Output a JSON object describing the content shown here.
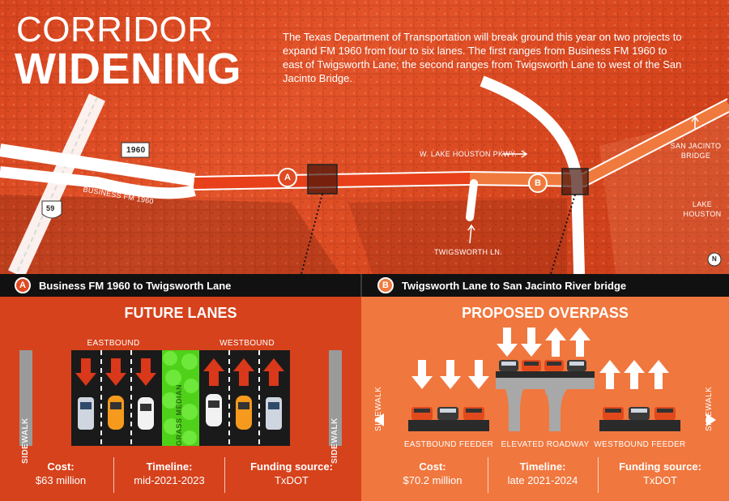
{
  "header": {
    "title_line1": "CORRIDOR",
    "title_line2": "WIDENING",
    "intro": "The Texas Department of Transportation will break ground this year on two projects to expand FM 1960 from four to six lanes. The first ranges from Business FM 1960 to east of Twigsworth Lane; the second ranges from Twigsworth Lane to west of the San Jacinto Bridge."
  },
  "map": {
    "labels": {
      "fm1960": "1960",
      "us59": "59",
      "business_fm": "BUSINESS FM 1960",
      "lake_houston_pkwy": "W. LAKE HOUSTON PKWY.",
      "twigsworth": "TWIGSWORTH LN.",
      "san_jacinto_l1": "SAN JACINTO",
      "san_jacinto_l2": "BRIDGE",
      "lake_l1": "LAKE",
      "lake_l2": "HOUSTON",
      "marker_a": "A",
      "marker_b": "B",
      "north": "N"
    }
  },
  "sections": {
    "a": {
      "badge": "A",
      "heading": "Business FM 1960 to Twigsworth Lane",
      "panel_title": "FUTURE LANES",
      "eastbound": "EASTBOUND",
      "westbound": "WESTBOUND",
      "median": "GRASS MEDIAN",
      "sidewalk": "SIDEWALK",
      "cost_label": "Cost:",
      "cost_value": "$63 million",
      "timeline_label": "Timeline:",
      "timeline_value": "mid-2021-2023",
      "funding_label": "Funding source:",
      "funding_value": "TxDOT"
    },
    "b": {
      "badge": "B",
      "heading": "Twigsworth Lane to San Jacinto River bridge",
      "panel_title": "PROPOSED OVERPASS",
      "sidewalk": "SIDEWALK",
      "eastbound_feeder": "EASTBOUND FEEDER",
      "elevated": "ELEVATED ROADWAY",
      "westbound_feeder": "WESTBOUND FEEDER",
      "cost_label": "Cost:",
      "cost_value": "$70.2 million",
      "timeline_label": "Timeline:",
      "timeline_value": "late 2021-2024",
      "funding_label": "Funding source:",
      "funding_value": "TxDOT"
    }
  },
  "colors": {
    "map_orange": "#e0502a",
    "road_highlight_a": "#e8401a",
    "road_highlight_b": "#f07a3e",
    "panel_a": "#d6421c",
    "panel_b": "#f0773e",
    "median_green": "#4fd11a",
    "arrow_red": "#d9381a",
    "bar_black": "#111111"
  },
  "icons": [
    "down-arrow-icon",
    "up-arrow-icon",
    "car-icon",
    "north-arrow-icon",
    "highway-shield-icon"
  ]
}
